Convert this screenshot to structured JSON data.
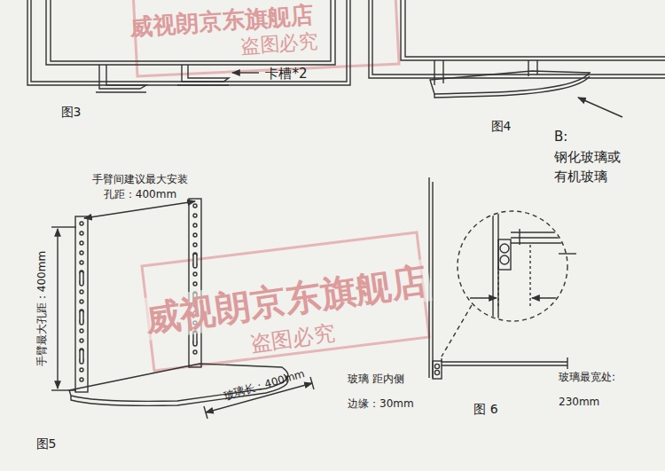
{
  "diagram": {
    "labels": [
      "卡槽*2",
      "图3",
      "图4",
      "B:钢化玻璃或 有机玻璃",
      "手臂间建议最大安装 孔距：400mm",
      "手臂最大孔距：400mm",
      "玻璃长：400mm",
      "图5",
      "玻璃 距内侧 边缘：30mm",
      "图 6",
      "玻璃最宽处: 230mm",
      "威视朗京东旗舰店",
      "盗图必究",
      "威视朗京东旗舰店",
      "盗图必究"
    ]
  }
}
